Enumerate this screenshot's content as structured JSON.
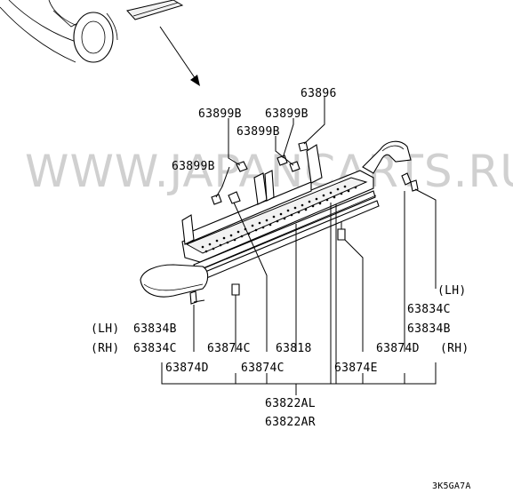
{
  "watermark": "WWW.JAPANCARTS.RU",
  "diagram_code": "3K5GA7A",
  "labels": {
    "p63896": "63896",
    "p63899B_a": "63899B",
    "p63899B_b": "63899B",
    "p63899B_c": "63899B",
    "p63899B_d": "63899B",
    "lh_left": "(LH)",
    "rh_left": "(RH)",
    "p63834B_left": "63834B",
    "p63834C_left": "63834C",
    "p63874D_left": "63874D",
    "p63874C_a": "63874C",
    "p63874C_b": "63874C",
    "p63818": "63818",
    "p63874E": "63874E",
    "p63874D_right": "63874D",
    "lh_right": "(LH)",
    "p63834C_right": "63834C",
    "p63834B_right": "63834B",
    "rh_right": "(RH)",
    "p63822AL": "63822AL",
    "p63822AR": "63822AR"
  }
}
